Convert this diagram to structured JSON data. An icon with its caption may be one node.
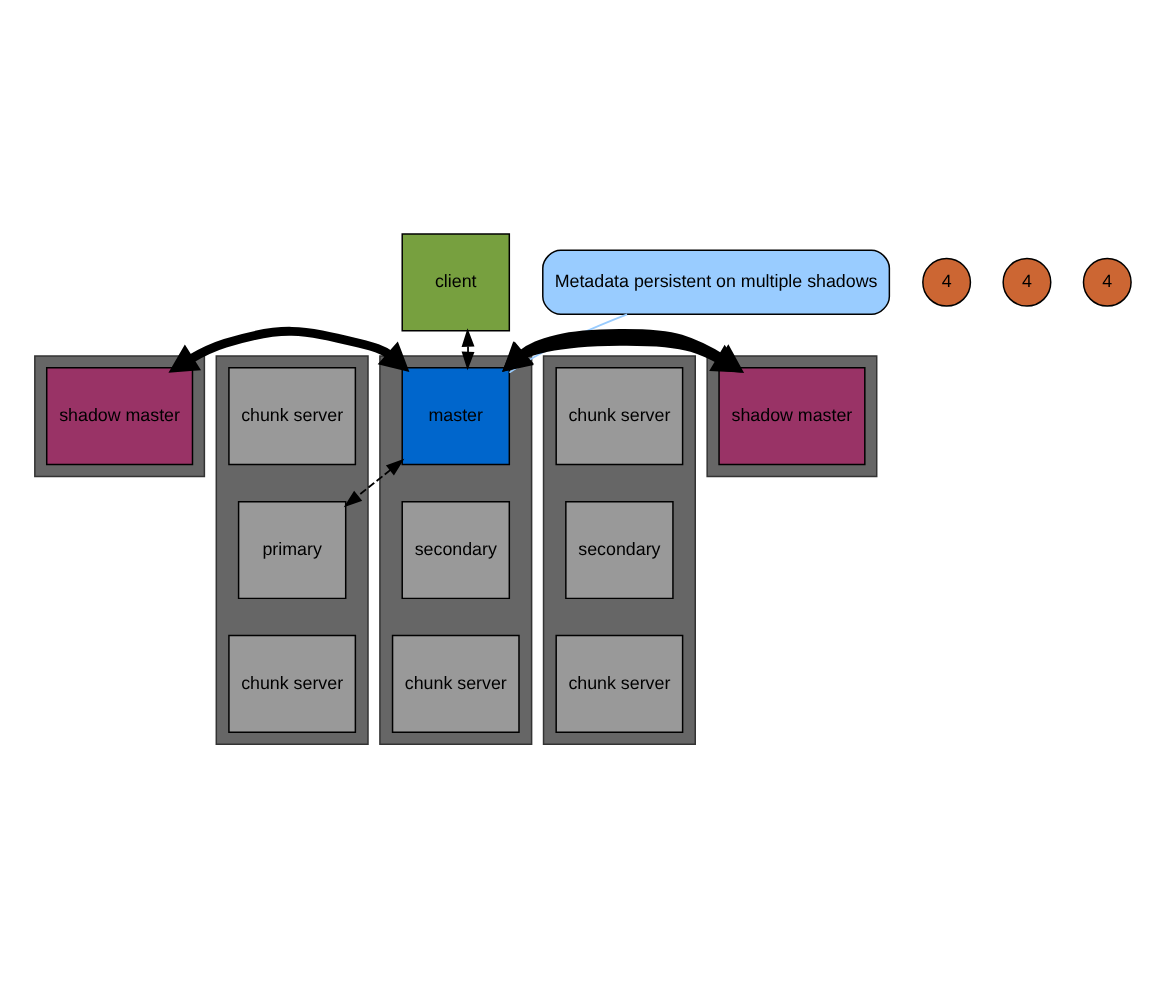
{
  "diagram": {
    "nodes": [
      {
        "text": [
          "client"
        ]
      },
      {
        "text": [
          "Metadata persistent on multiple shadows"
        ]
      },
      {
        "text": [],
        "shape": "box"
      },
      {
        "text": [
          "shadow master"
        ],
        "in": 2
      },
      {
        "text": [],
        "shape": "box"
      },
      {
        "text": [
          "chunk server"
        ],
        "in": 4
      },
      {
        "text": [
          "primary"
        ],
        "in": 4
      },
      {
        "text": [
          "chunk server"
        ],
        "in": 4
      },
      {
        "text": [],
        "shape": "box"
      },
      {
        "text": [
          "master"
        ],
        "in": 8
      },
      {
        "text": [
          "secondary"
        ],
        "in": 8
      },
      {
        "text": [
          "chunk server"
        ],
        "in": 8
      },
      {
        "text": [],
        "shape": "box"
      },
      {
        "text": [
          "chunk server"
        ],
        "in": 12
      },
      {
        "text": [
          "secondary"
        ],
        "in": 12
      },
      {
        "text": [
          "chunk server"
        ],
        "in": 12
      },
      {
        "text": [],
        "shape": "box"
      },
      {
        "text": [
          "shadow master"
        ],
        "in": 16
      },
      {
        "text": [
          "4"
        ]
      },
      {
        "text": [
          "4"
        ]
      },
      {
        "text": [
          "4"
        ]
      }
    ],
    "edges": [
      {
        "from": 0,
        "to": 9,
        "arrow": "both",
        "style": "dashed"
      },
      {
        "from": 9,
        "to": 3,
        "arrow": "both",
        "style": "thick"
      },
      {
        "from": 9,
        "to": 17,
        "arrow": "both",
        "style": "thick"
      },
      {
        "from": 1,
        "to": 9,
        "arrow": "none",
        "color": "#99ccff"
      },
      {
        "from": 9,
        "to": 6,
        "arrow": "both",
        "style": "dashed"
      }
    ]
  }
}
